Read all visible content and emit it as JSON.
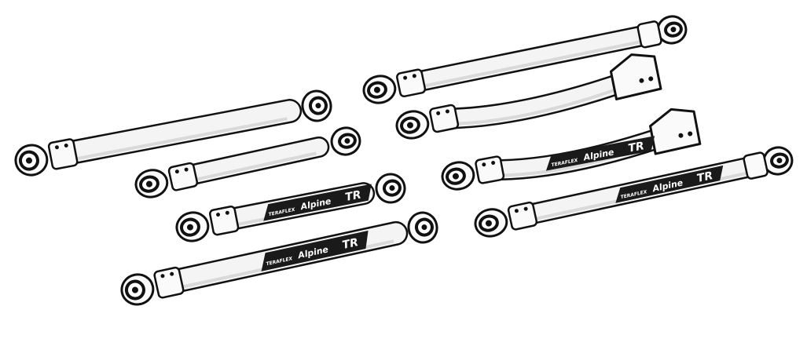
{
  "illustration": {
    "subject": "control-arm-kit",
    "arm_count": 8,
    "logo": {
      "brand": "TERAFLEX",
      "product": "Alpine",
      "suffix": "TR"
    },
    "colors": {
      "outline": "#111111",
      "tube_fill": "#f4f4f4",
      "shade": "#d9d9d9",
      "logo_bg": "#1a1a1a",
      "logo_fg": "#ffffff"
    }
  }
}
